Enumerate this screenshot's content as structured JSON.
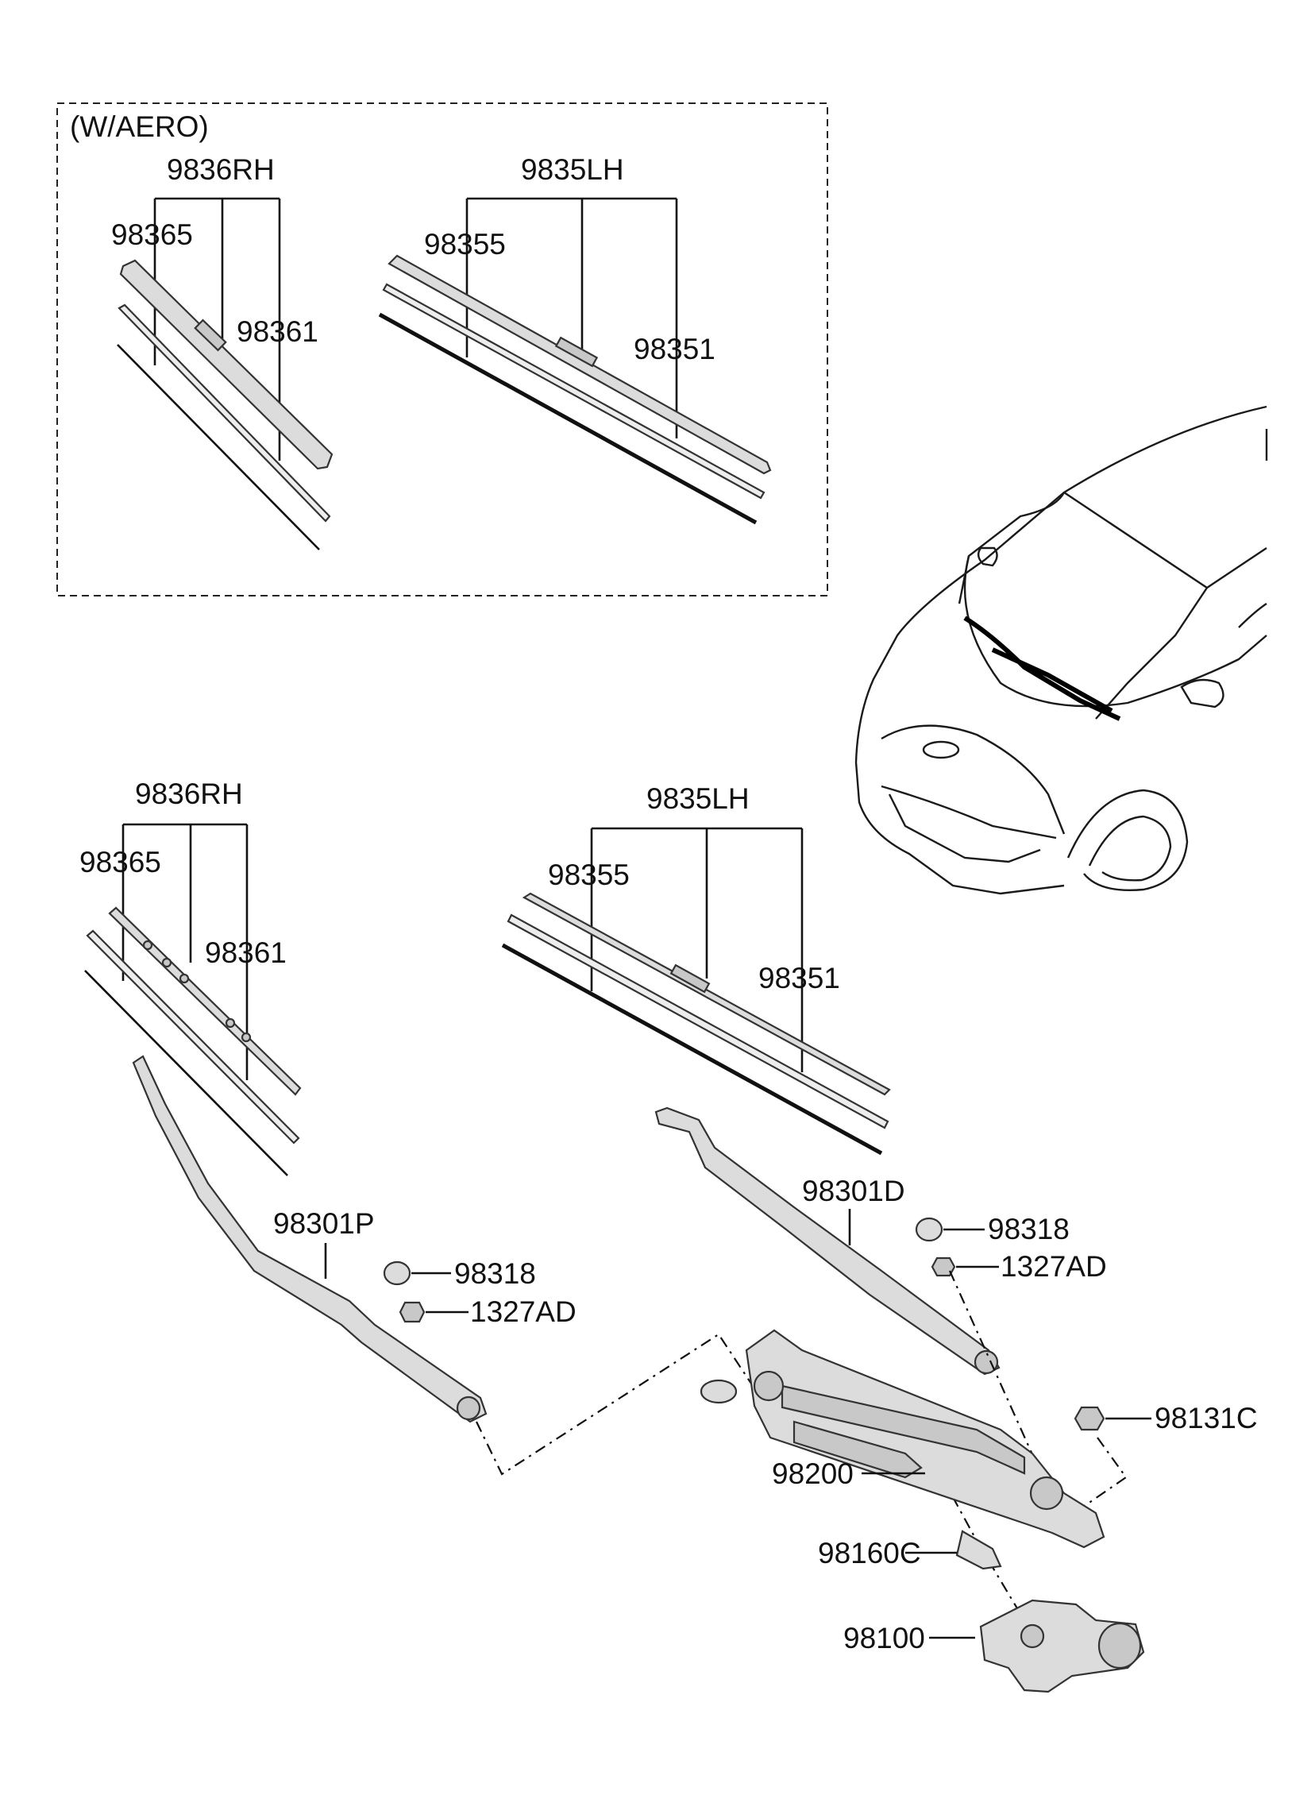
{
  "aero_group": {
    "title": "(W/AERO)",
    "rh": {
      "assembly": "9836RH",
      "parts": [
        "98365",
        "98361"
      ]
    },
    "lh": {
      "assembly": "9835LH",
      "parts": [
        "98355",
        "98351"
      ]
    }
  },
  "std_group": {
    "rh": {
      "assembly": "9836RH",
      "parts": [
        "98365",
        "98361"
      ]
    },
    "lh": {
      "assembly": "9835LH",
      "parts": [
        "98355",
        "98351"
      ]
    }
  },
  "arms": {
    "passenger_arm": "98301P",
    "driver_arm": "98301D",
    "cap_left": "98318",
    "nut_left": "1327AD",
    "cap_right": "98318",
    "nut_right": "1327AD"
  },
  "linkage": {
    "bolt": "98131C",
    "linkage_assembly": "98200",
    "bracket": "98160C",
    "motor": "98100"
  }
}
